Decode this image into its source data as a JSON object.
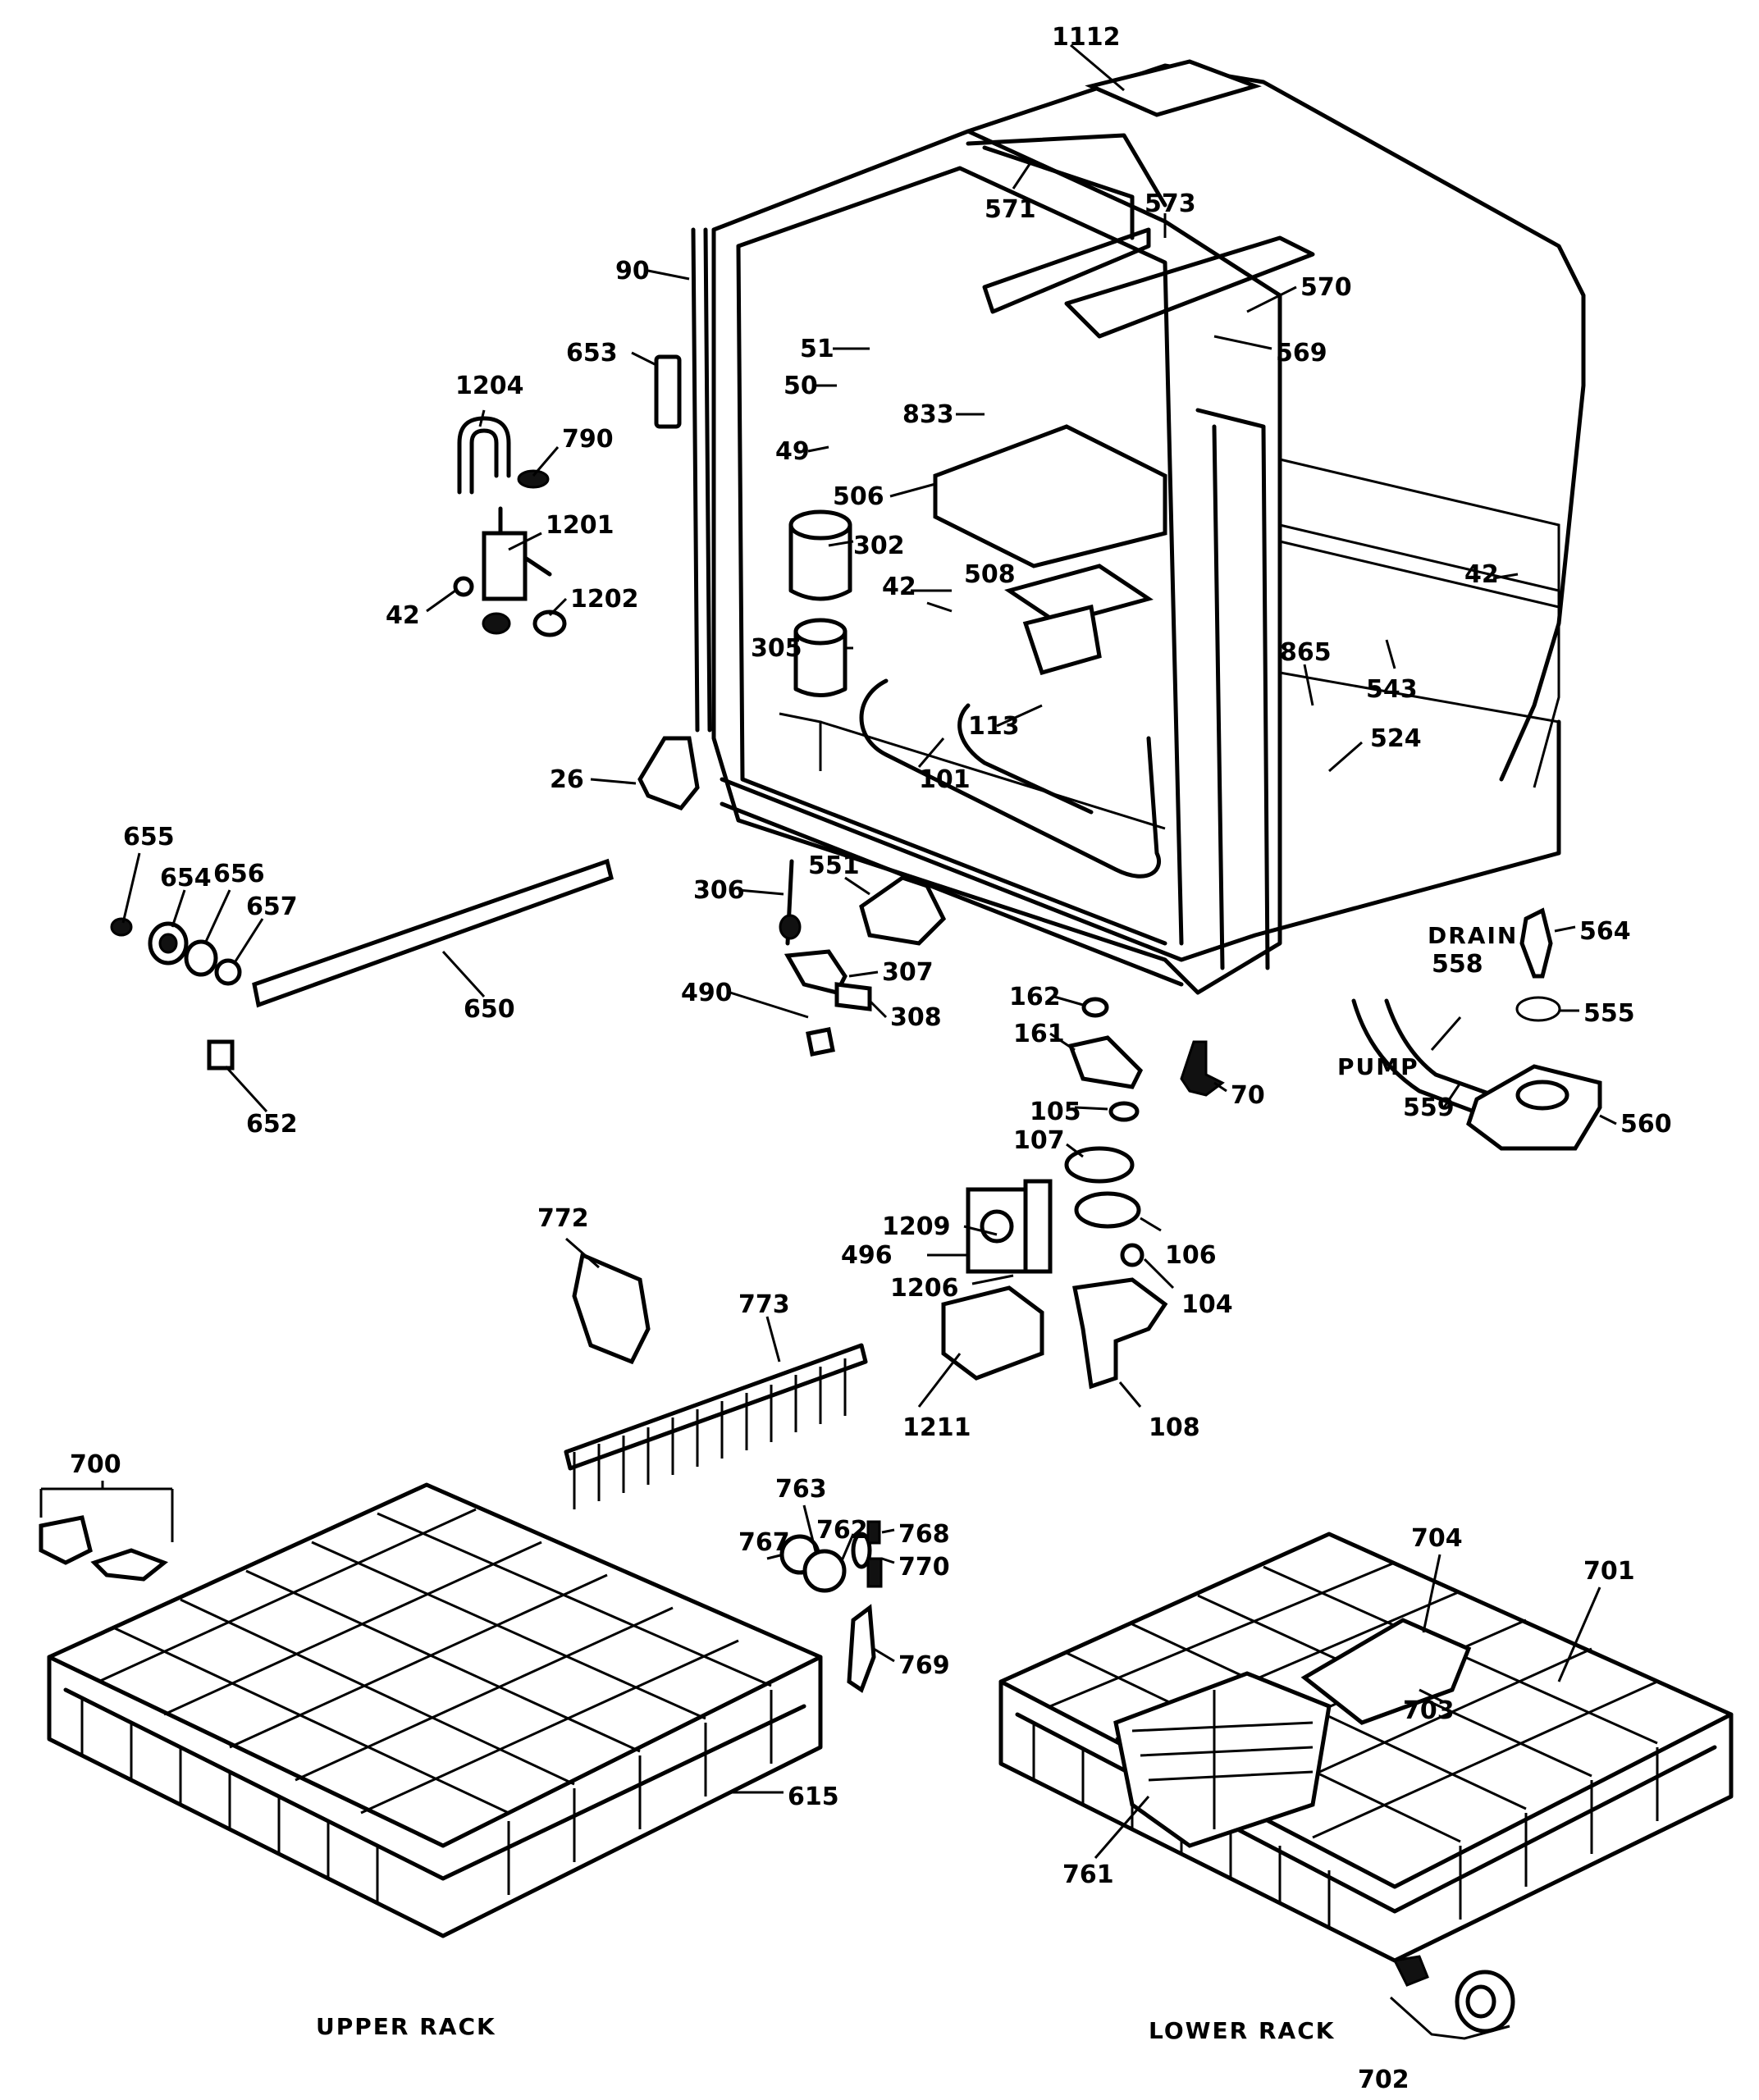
{
  "labels": {
    "l1112": "1112",
    "l571": "571",
    "l573": "573",
    "l570": "570",
    "l569": "569",
    "l90": "90",
    "l653": "653",
    "l51": "51",
    "l50": "50",
    "l833": "833",
    "l49": "49",
    "l1204": "1204",
    "l790": "790",
    "l1201": "1201",
    "l1202": "1202",
    "l42a": "42",
    "l506": "506",
    "l302": "302",
    "l42b": "42",
    "l508": "508",
    "l42c": "42",
    "l305": "305",
    "l865": "865",
    "l543": "543",
    "l524": "524",
    "l113": "113",
    "l101": "101",
    "l26": "26",
    "l655": "655",
    "l654": "654",
    "l656": "656",
    "l657": "657",
    "l650": "650",
    "l652": "652",
    "l306": "306",
    "l551": "551",
    "l307": "307",
    "l490": "490",
    "l308": "308",
    "l162": "162",
    "l161": "161",
    "l105": "105",
    "l70": "70",
    "l564": "564",
    "l555": "555",
    "l558": "558",
    "l559": "559",
    "l560": "560",
    "l107": "107",
    "l106": "106",
    "l1209": "1209",
    "l496": "496",
    "l1206": "1206",
    "l104": "104",
    "l772": "772",
    "l773": "773",
    "l1211": "1211",
    "l108": "108",
    "l700": "700",
    "l763": "763",
    "l767": "767",
    "l762": "762",
    "l768": "768",
    "l770": "770",
    "l769": "769",
    "l615": "615",
    "l704": "704",
    "l701": "701",
    "l703": "703",
    "l761": "761",
    "l702": "702"
  },
  "annotations": {
    "drain": "DRAIN",
    "pump": "PUMP",
    "upper_rack": "UPPER RACK",
    "lower_rack": "LOWER RACK"
  }
}
